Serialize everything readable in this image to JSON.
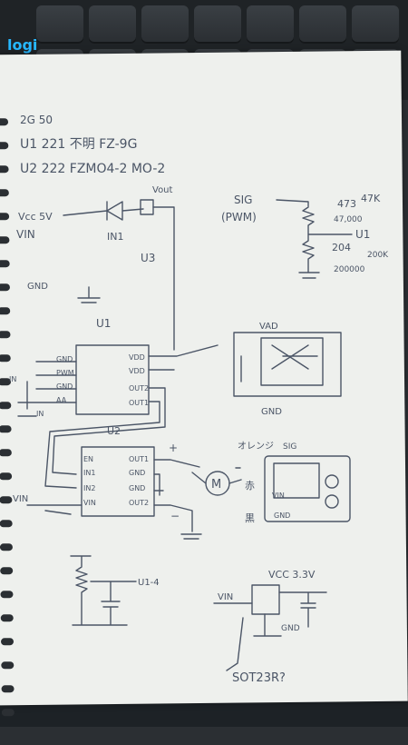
{
  "branding": {
    "logo": "logi"
  },
  "notes": {
    "line1": "2G 50",
    "line2": "U1  221   不明   FZ-9G",
    "line3": "U2  222  FZMO4-2    MO-2",
    "vin_label": "VIN",
    "vcc_label": "Vcc 5V",
    "sig_label": "SIG",
    "pwm_label": "(PWM)",
    "r1_code": "473",
    "r1_value": "47K",
    "r1_alt": "47,000",
    "u1_label": "U1",
    "r2_code": "204",
    "r2_alt": "200K",
    "r2_value": "200000",
    "in1_label": "IN1",
    "u3_label": "U3",
    "vout_label": "Vout",
    "gnd_label": "GND",
    "u1_title": "U1",
    "u1_pins": [
      "GND",
      "PWM",
      "GND",
      "AA"
    ],
    "u1_pins_right": [
      "VDD",
      "VDD",
      "OUT2",
      "OUT1"
    ],
    "u2_title": "U2",
    "u2_pins_left": [
      "EN",
      "IN1",
      "IN2",
      "VIN"
    ],
    "u2_pins_right": [
      "OUT1",
      "GND",
      "GND",
      "OUT2"
    ],
    "motor": "M",
    "vdd_label": "VAD",
    "gnd2": "GND",
    "orange": "オレンジ",
    "sig2": "SIG",
    "red": "赤",
    "vin2": "VIN",
    "black": "黒",
    "gnd3": "GND",
    "u14_label": "U1-4",
    "vcc33": "VCC 3.3V",
    "vin3": "VIN",
    "gnd4": "GND",
    "sot": "SOT23R?",
    "plus": "+",
    "minus": "−"
  }
}
